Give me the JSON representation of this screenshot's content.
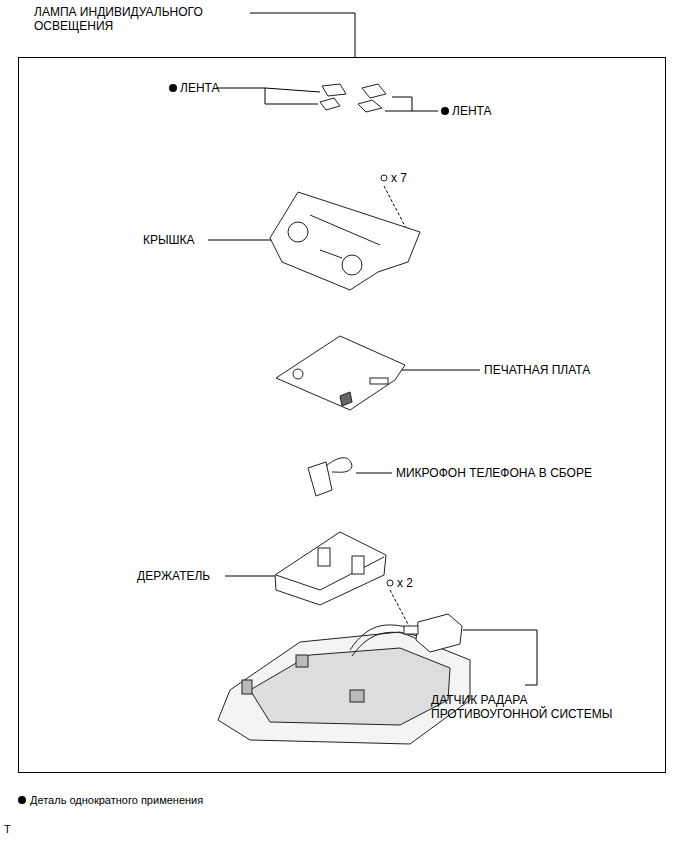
{
  "diagram": {
    "labels": [
      "ЛАМПА ИНДИВИДУАЛЬНОГО ОСВЕЩЕНИЯ",
      "ЛЕНТА",
      "ЛЕНТА",
      "x 7",
      "КРЫШКА",
      "ПЕЧАТНАЯ ПЛАТА",
      "МИКРОФОН ТЕЛЕФОНА В СБОРЕ",
      "ДЕРЖАТЕЛЬ",
      "x 2",
      "ДАТЧИК РАДАРА ПРОТИВОУГОННОЙ СИСТЕМЫ",
      "T"
    ],
    "legend": [
      {
        "text": "Деталь однократного применения"
      }
    ]
  }
}
